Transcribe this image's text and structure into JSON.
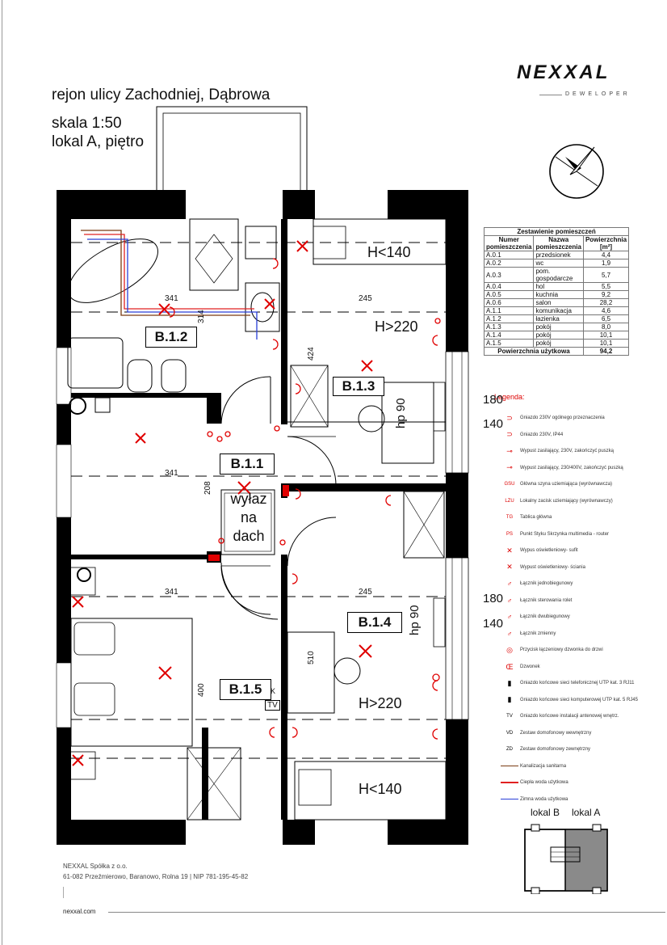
{
  "header": {
    "location": "rejon ulicy Zachodniej, Dąbrowa",
    "scale": "skala 1:50",
    "unit": "lokal A, piętro"
  },
  "brand": {
    "name": "NEXXAL",
    "tagline": "DEWELOPER"
  },
  "table": {
    "title": "Zestawienie pomieszczeń",
    "headers": {
      "number": "Numer pomieszczenia",
      "name": "Nazwa pomieszczenia",
      "area": "Powierzchnia [m²]"
    },
    "rows": [
      {
        "num": "A.0.1",
        "name": "przedsionek",
        "area": "4,4"
      },
      {
        "num": "A.0.2",
        "name": "wc",
        "area": "1,9"
      },
      {
        "num": "A.0.3",
        "name": "pom. gospodarcze",
        "area": "5,7"
      },
      {
        "num": "A.0.4",
        "name": "hol",
        "area": "5,5"
      },
      {
        "num": "A.0.5",
        "name": "kuchnia",
        "area": "9,2"
      },
      {
        "num": "A.0.6",
        "name": "salon",
        "area": "28,2"
      },
      {
        "num": "A.1.1",
        "name": "komunikacja",
        "area": "4,6"
      },
      {
        "num": "A.1.2",
        "name": "łazienka",
        "area": "6,5"
      },
      {
        "num": "A.1.3",
        "name": "pokój",
        "area": "8,0"
      },
      {
        "num": "A.1.4",
        "name": "pokój",
        "area": "10,1"
      },
      {
        "num": "A.1.5",
        "name": "pokój",
        "area": "10,1"
      }
    ],
    "total_label": "Powierzchnia użytkowa",
    "total_value": "94,2"
  },
  "legend": {
    "title": "Legenda:",
    "items": [
      {
        "icon": "socket-230v-icon",
        "text": "Gniazdo 230V ogólnego przeznaczenia"
      },
      {
        "icon": "socket-ip44-icon",
        "text": "Gniazdo 230V, IP44"
      },
      {
        "icon": "power-outlet-icon",
        "text": "Wypust zasilający, 230V, zakończyć puszką"
      },
      {
        "icon": "power-outlet-400v-icon",
        "text": "Wypust zasilający, 230/400V, zakończyć puszką"
      },
      {
        "icon": "main-grounding-bus-icon",
        "symbol": "GSU",
        "text": "Główna szyna uziemiająca (wyrównawcza)"
      },
      {
        "icon": "local-grounding-clamp-icon",
        "symbol": "LZU",
        "text": "Lokalny zacisk uziemiający (wyrównawczy)"
      },
      {
        "icon": "main-panel-icon",
        "symbol": "TG",
        "text": "Tablica główna"
      },
      {
        "icon": "multimedia-box-icon",
        "symbol": "PS",
        "text": "Punkt Styku Skrzynka multimedia - router"
      },
      {
        "icon": "ceiling-light-icon",
        "text": "Wypus oświetleniowy- sufit"
      },
      {
        "icon": "wall-light-icon",
        "text": "Wypust oświetleniowy- ściania"
      },
      {
        "icon": "single-switch-icon",
        "text": "Łącznik jednobiegunowy"
      },
      {
        "icon": "blind-switch-icon",
        "text": "Łącznik sterowania rolet"
      },
      {
        "icon": "double-switch-icon",
        "text": "Łącznik dwubiegunowy"
      },
      {
        "icon": "changeover-switch-icon",
        "text": "Łącznik zmienny"
      },
      {
        "icon": "doorbell-button-icon",
        "text": "Przycisk łączeniowy dzwonka do drzwi"
      },
      {
        "icon": "doorbell-icon",
        "text": "Dzwonek"
      },
      {
        "icon": "phone-socket-icon",
        "text": "Gniazdo końcowe sieci telefonicznej UTP kat. 3 RJ11"
      },
      {
        "icon": "network-socket-icon",
        "text": "Gniazdo końcowe sieci komputerowej UTP kat. 5 RJ45"
      },
      {
        "icon": "antenna-socket-icon",
        "symbol": "TV",
        "text": "Gniazdo końcowe instalacji antenowej wnętrz."
      },
      {
        "icon": "intercom-inner-icon",
        "symbol": "VD",
        "text": "Zestaw domofonowy wewnętrzny"
      },
      {
        "icon": "intercom-outer-icon",
        "symbol": "ZD",
        "text": "Zestaw domofonowy zewnętrzny"
      },
      {
        "icon": "sanitary-line-icon",
        "color": "#7a3b12",
        "text": "Kanalizacja sanitarna"
      },
      {
        "icon": "hot-water-line-icon",
        "color": "#e02020",
        "text": "Ciepła woda użytkowa"
      },
      {
        "icon": "cold-water-line-icon",
        "color": "#2a3fd8",
        "text": "Zimna woda użytkowa"
      }
    ]
  },
  "side_numbers": {
    "n180a": "180",
    "n140a": "140",
    "n180b": "180",
    "n140b": "140"
  },
  "plan": {
    "rooms": {
      "b112": "B.1.2",
      "b113": "B.1.3",
      "b111": "B.1.1",
      "b114": "B.1.4",
      "b115": "B.1.5"
    },
    "heights": {
      "h_lt_140_top": "H<140",
      "h_gt_220_top": "H>220",
      "h_gt_220_bottom": "H>220",
      "h_lt_140_bottom": "H<140"
    },
    "hp_top": "hp 90",
    "hp_bottom": "hp 90",
    "roof_exit": [
      "wyłaz",
      "na",
      "dach"
    ],
    "dims": {
      "d341a": "341",
      "d245a": "245",
      "d314": "314",
      "d424": "424",
      "d341b": "341",
      "d208": "208",
      "d341c": "341",
      "d245b": "245",
      "d510": "510",
      "d400": "400"
    },
    "tv": "TV",
    "k": "K"
  },
  "key_plan": {
    "label_b": "lokal B",
    "label_a": "lokal A"
  },
  "colors": {
    "accent": "#e00000",
    "wall": "#000000",
    "sanitary": "#7a3b12",
    "hot_water": "#e02020",
    "cold_water": "#2a3fd8"
  },
  "footer": {
    "company": "NEXXAL Spółka z o.o.",
    "address": "61-082 Przeźmierowo, Baranowo, Rolna 19 | NIP 781-195-45-82",
    "website": "nexxal.com"
  }
}
